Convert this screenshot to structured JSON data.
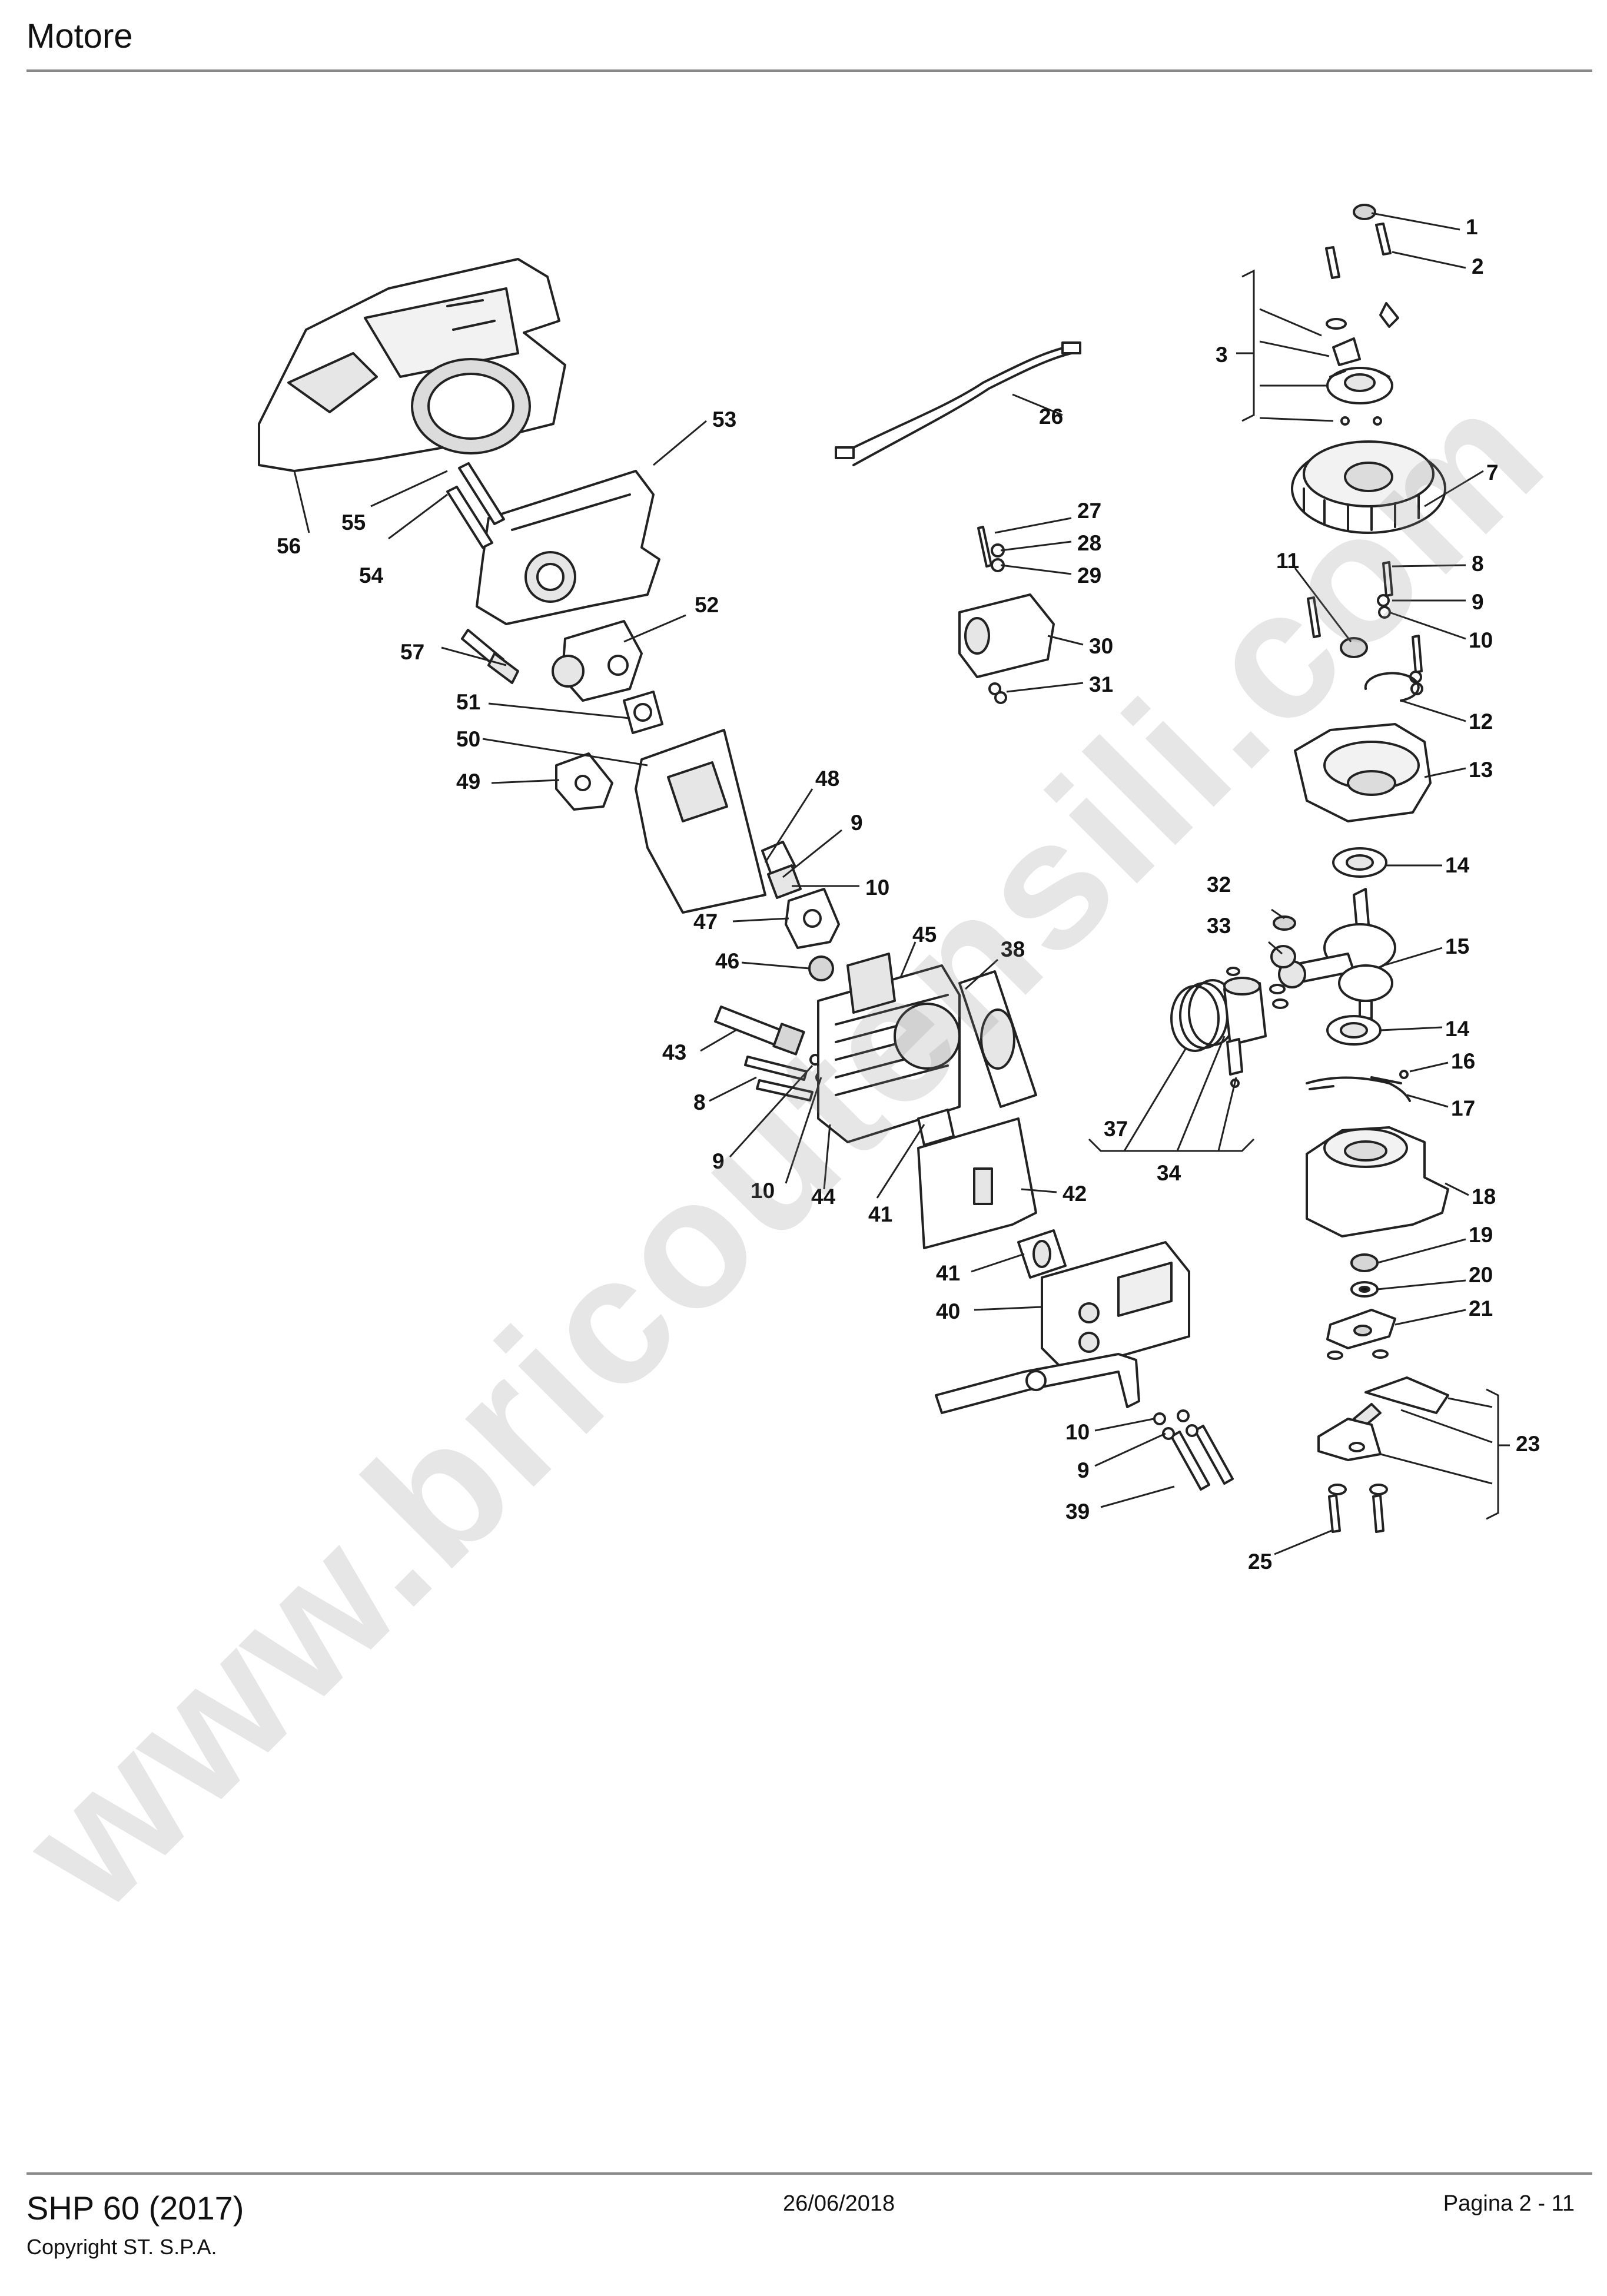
{
  "header": {
    "title": "Motore"
  },
  "watermark": "www.bricoutensili.com",
  "footer": {
    "model": "SHP 60 (2017)",
    "copyright": "Copyright ST. S.P.A.",
    "date": "26/06/2018",
    "page": "Pagina 2 - 11"
  },
  "callouts": {
    "c1": "1",
    "c2": "2",
    "c3": "3",
    "c7": "7",
    "c8": "8",
    "c9": "9",
    "c10": "10",
    "c11": "11",
    "c12": "12",
    "c13": "13",
    "c14": "14",
    "c15": "15",
    "c14b": "14",
    "c16": "16",
    "c17": "17",
    "c18": "18",
    "c19": "19",
    "c20": "20",
    "c21": "21",
    "c23": "23",
    "c25": "25",
    "c26": "26",
    "c27": "27",
    "c28": "28",
    "c29": "29",
    "c30": "30",
    "c31": "31",
    "c32": "32",
    "c33": "33",
    "c37": "37",
    "c34": "34",
    "c53": "53",
    "c56": "56",
    "c55": "55",
    "c54": "54",
    "c52": "52",
    "c57": "57",
    "c51": "51",
    "c50": "50",
    "c49": "49",
    "c48": "48",
    "c9b": "9",
    "c10b": "10",
    "c47": "47",
    "c46": "46",
    "c45": "45",
    "c38": "38",
    "c43": "43",
    "c8b": "8",
    "c9c": "9",
    "c10c": "10",
    "c44": "44",
    "c41": "41",
    "c42": "42",
    "c41b": "41",
    "c40": "40",
    "c10d": "10",
    "c9d": "9",
    "c39": "39"
  }
}
